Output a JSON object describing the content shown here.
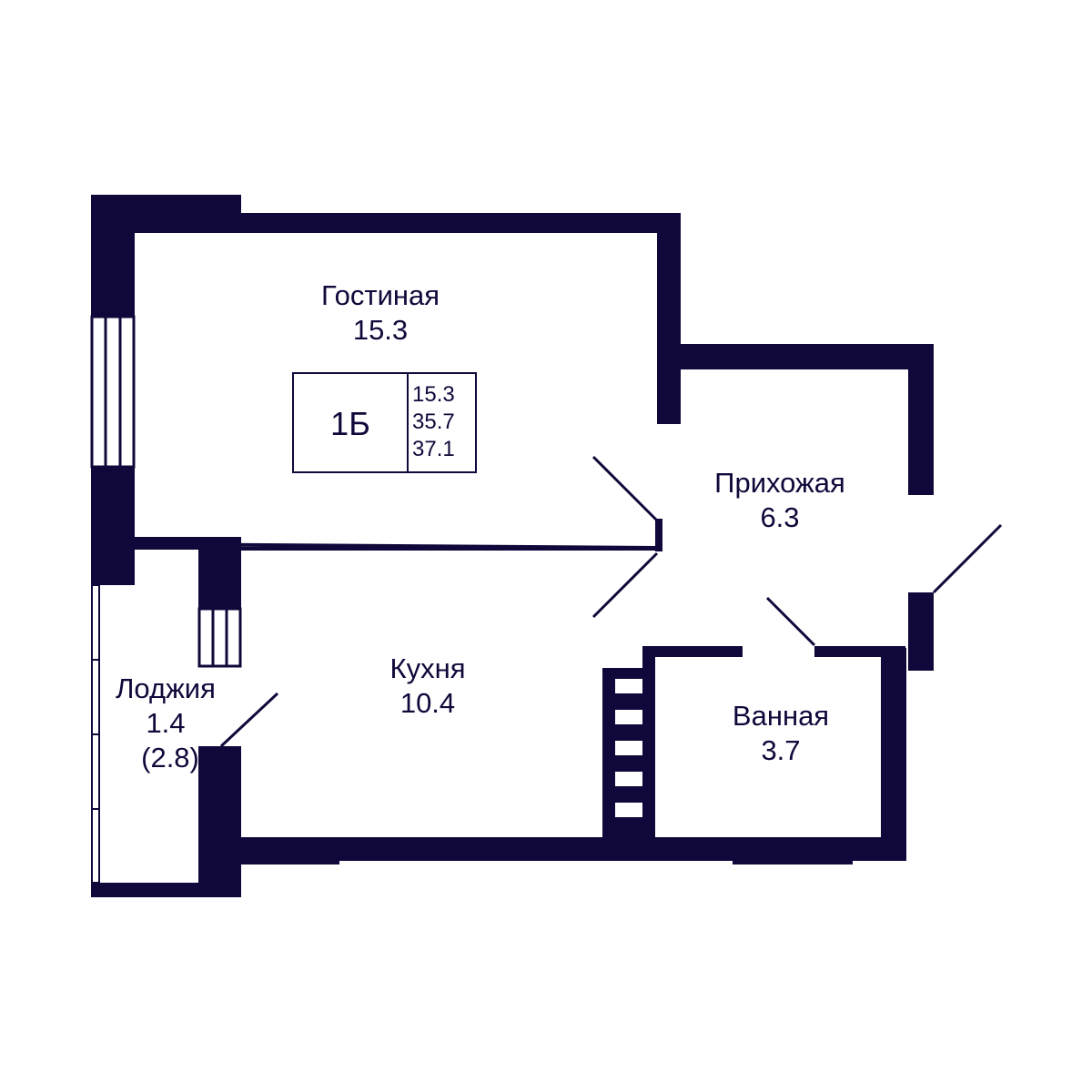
{
  "colors": {
    "wall": "#10083a",
    "background": "#ffffff"
  },
  "badge": {
    "code": "1Б",
    "areas": [
      "15.3",
      "35.7",
      "37.1"
    ]
  },
  "rooms": {
    "living": {
      "name": "Гостиная",
      "area": "15.3"
    },
    "hall": {
      "name": "Прихожая",
      "area": "6.3"
    },
    "kitchen": {
      "name": "Кухня",
      "area": "10.4"
    },
    "bath": {
      "name": "Ванная",
      "area": "3.7"
    },
    "loggia": {
      "name": "Лоджия",
      "area": "1.4",
      "area_alt": "(2.8)"
    }
  }
}
